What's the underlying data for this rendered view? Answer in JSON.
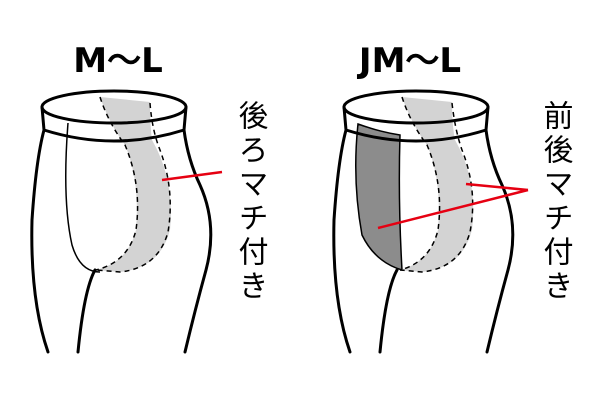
{
  "left": {
    "title": "M〜L",
    "label": "後ろマチ付き"
  },
  "right": {
    "title": "JM〜L",
    "label": "前後マチ付き"
  },
  "colors": {
    "gusset_light": "#d3d3d3",
    "gusset_dark": "#8c8c8c",
    "pointer": "#e60012"
  }
}
